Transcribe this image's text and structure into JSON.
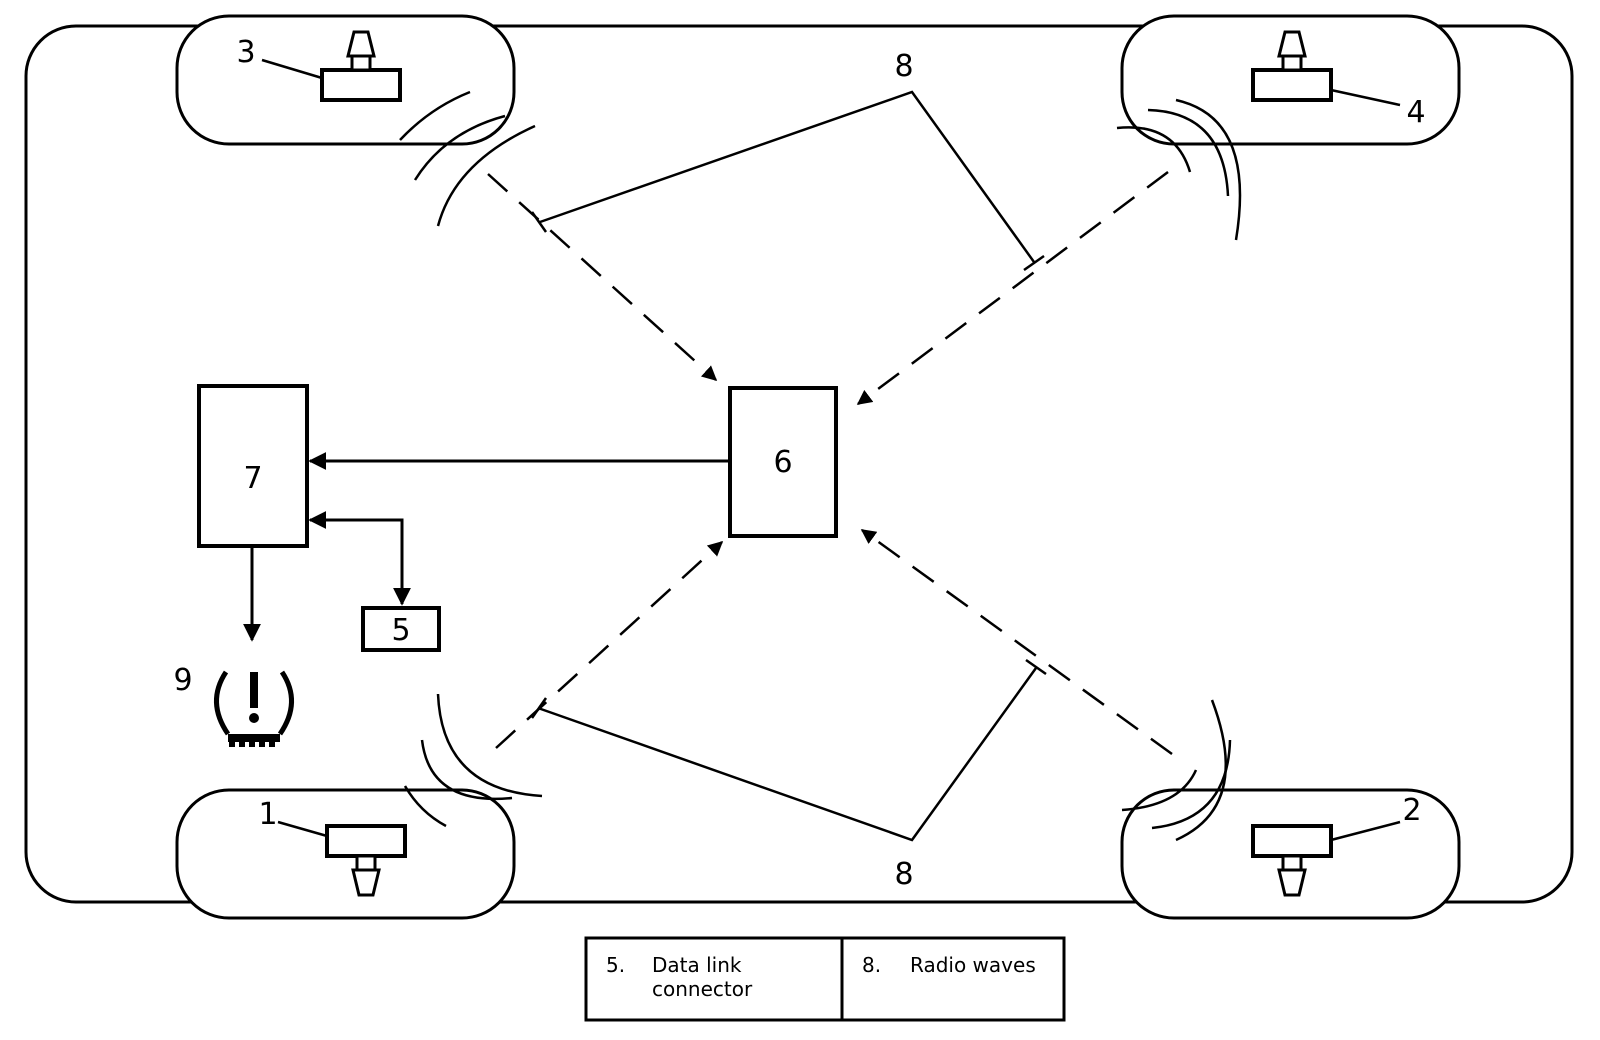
{
  "diagram": {
    "sensor_labels": {
      "front_left": "3",
      "front_right": "4",
      "rear_left": "1",
      "rear_right": "2"
    },
    "receiver_label": "6",
    "module_label": "7",
    "data_link_label": "5",
    "radio_waves_label_top": "8",
    "radio_waves_label_bottom": "8",
    "warning_lamp_label": "9"
  },
  "legend": {
    "items": [
      {
        "number": "5.",
        "text_line1": "Data link",
        "text_line2": "connector"
      },
      {
        "number": "8.",
        "text_line1": "Radio waves",
        "text_line2": ""
      }
    ]
  }
}
